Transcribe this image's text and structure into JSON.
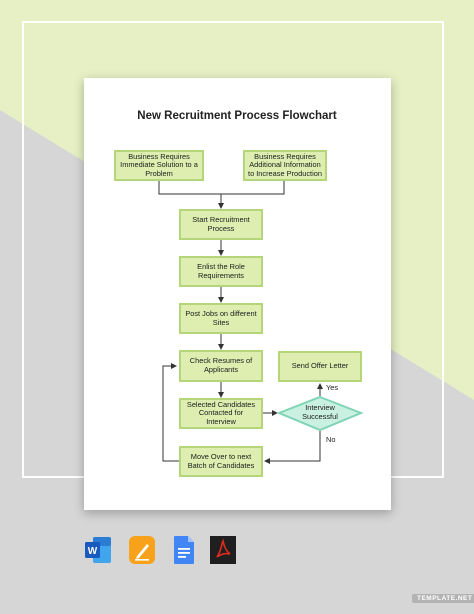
{
  "title": "New Recruitment Process Flowchart",
  "nodes": {
    "immediate": "Business Requires\nImmediate Solution to a\nProblem",
    "additional": "Business Requires\nAdditional Information\nto Increase Production",
    "start": "Start Recruitment\nProcess",
    "enlist": "Enlist the Role\nRequirements",
    "post": "Post Jobs on different\nSites",
    "check": "Check Resumes of\nApplicants",
    "selected": "Selected Candidates\nContacted for Interview",
    "moveover": "Move Over to next\nBatch of Candidates",
    "offer": "Send Offer Letter",
    "decision": "Interview\nSuccessful"
  },
  "edge_labels": {
    "yes": "Yes",
    "no": "No"
  },
  "icons": [
    "word-icon",
    "pages-icon",
    "google-docs-icon",
    "pdf-icon"
  ],
  "badge": "TEMPLATE.NET",
  "colors": {
    "node_fill": "#ddeeb0",
    "node_border": "#b5d57b",
    "decision_fill": "#c9f0e0",
    "decision_border": "#7fd4b6",
    "background_green": "#e6f0c4",
    "background_gray": "#d6d6d6"
  }
}
